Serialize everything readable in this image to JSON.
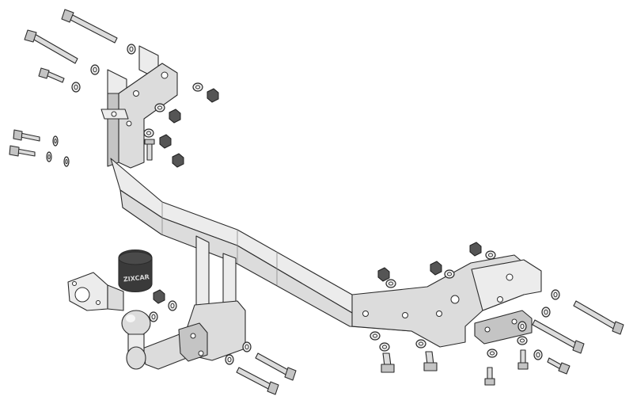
{
  "diagram": {
    "socket_label": "ZIXCAR",
    "colors": {
      "steel": "#dcdcdc",
      "steel_light": "#ececec",
      "outline": "#2b2b2b",
      "socket_body": "#3a3a3a",
      "nut": "#555555",
      "background": "#ffffff"
    },
    "parts": [
      "crossbar",
      "left-bracket",
      "right-bracket",
      "tow-ball-arm",
      "tow-ball",
      "electrical-socket",
      "socket-mounting-plate",
      "bolts",
      "washers",
      "nuts"
    ]
  }
}
